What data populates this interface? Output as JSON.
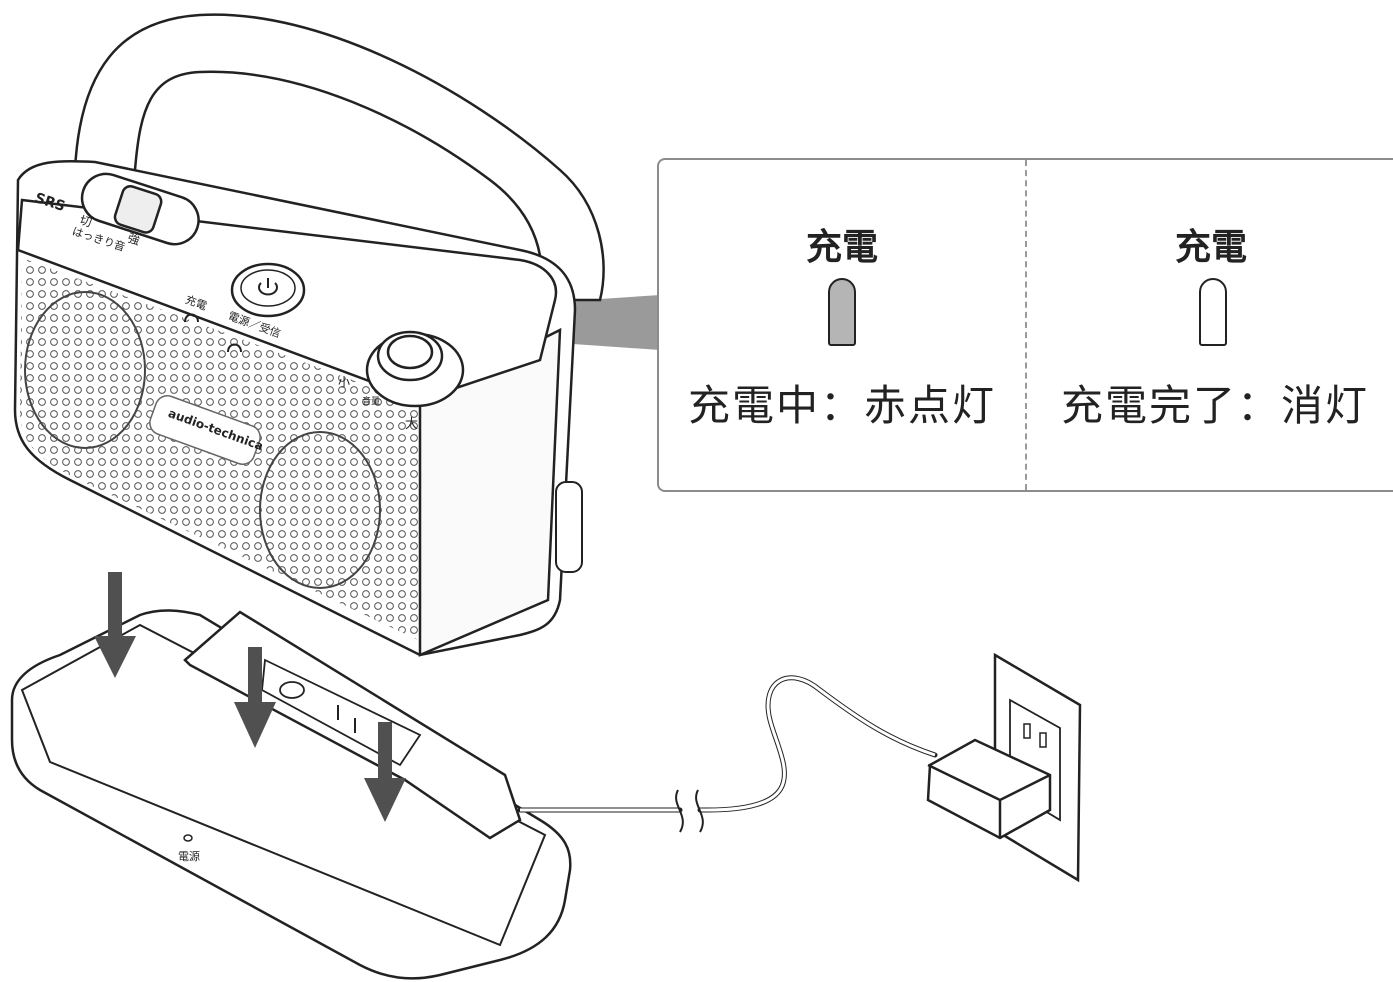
{
  "callout": {
    "panels": [
      {
        "title": "充電",
        "status": "充電中：赤点灯",
        "led_state": "lit"
      },
      {
        "title": "充電",
        "status": "充電完了：消灯",
        "led_state": "off"
      }
    ]
  },
  "speaker": {
    "brand": "audio-technica",
    "logo": "SRS",
    "switch_label_off": "切",
    "switch_label_strong": "強",
    "clarity_label": "はっきり音",
    "indicator_charge": "充電",
    "indicator_power": "電源／受信",
    "volume_small": "小",
    "volume_large": "大",
    "volume_label": "音量"
  },
  "dock": {
    "power_label": "電源"
  },
  "colors": {
    "led_lit_fill": "#b5b5b5",
    "arrow": "#505050",
    "outline": "#222222",
    "callout_border": "#8c8c8c"
  },
  "icons": [
    "down-arrow-icon",
    "power-icon",
    "power-plug-icon"
  ]
}
